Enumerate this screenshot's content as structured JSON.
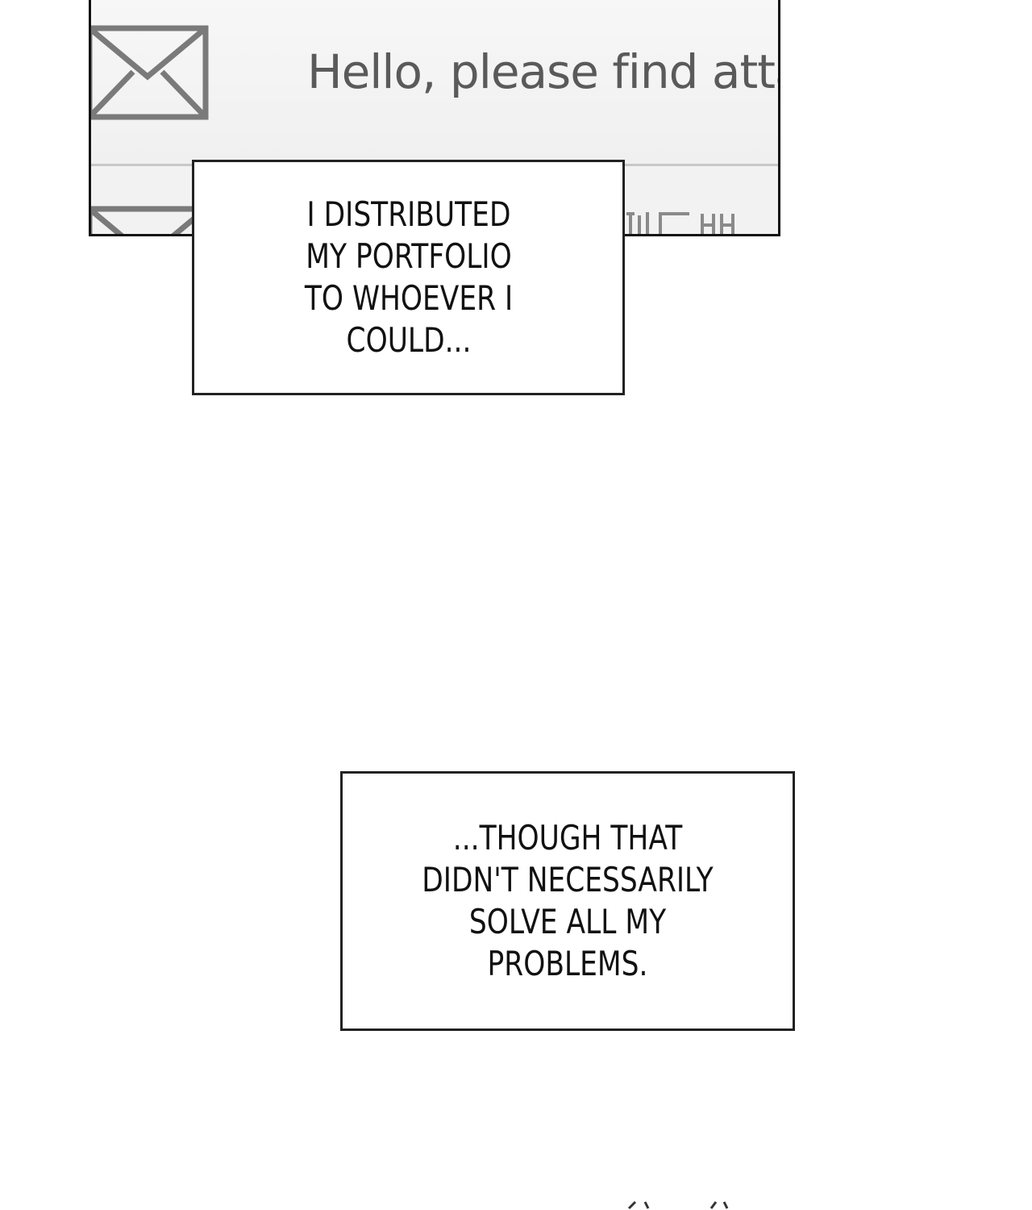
{
  "email_panel": {
    "preview_text": "Hello, please find attac",
    "icon": "mail-envelope-icon"
  },
  "captions": [
    {
      "lines": [
        "I DISTRIBUTED",
        "MY PORTFOLIO",
        "TO WHOEVER I",
        "COULD..."
      ]
    },
    {
      "lines": [
        "...THOUGH THAT",
        "DIDN'T NECESSARILY",
        "SOLVE ALL MY",
        "PROBLEMS."
      ]
    }
  ],
  "colors": {
    "panel_border": "#111111",
    "panel_bg": "#f4f4f4",
    "preview_text": "#5a5a5a",
    "icon_stroke": "#7a7a7a",
    "caption_border": "#222222"
  }
}
